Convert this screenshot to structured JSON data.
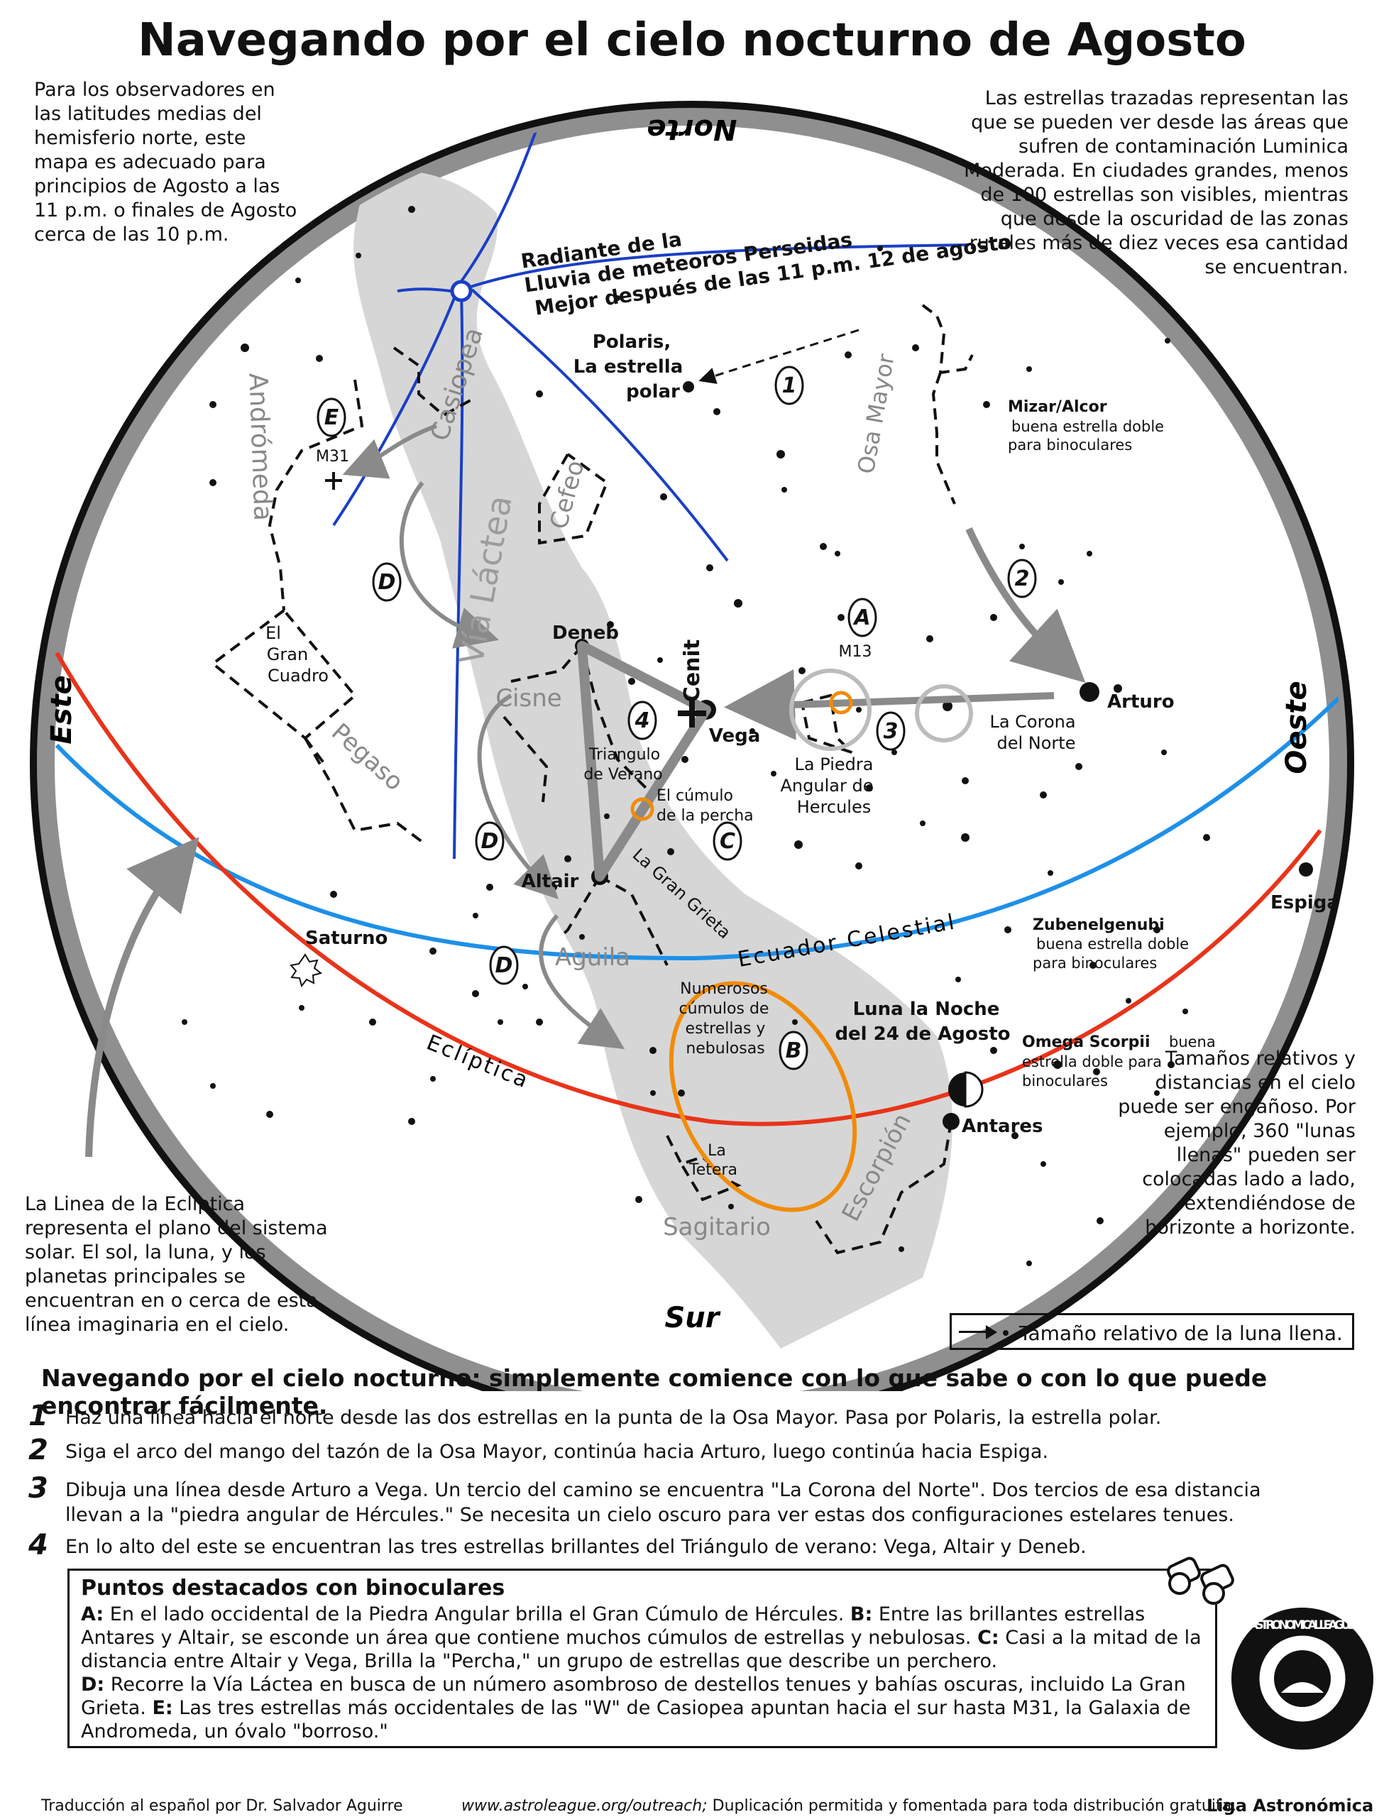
{
  "title": "Navegando por el cielo nocturno de Agosto",
  "intro_left": "Para los observadores en las latitudes medias del hemisferio norte, este mapa es adecuado para principios de Agosto a las 11 p.m. o finales de Agosto cerca de las 10 p.m.",
  "intro_right": "Las estrellas trazadas representan las que se pueden ver desde las áreas que sufren de contaminación Luminica Moderada. En ciudades grandes, menos de 100 estrellas son visibles, mientras que desde la oscuridad de las zonas rurales más de diez veces esa cantidad se encuentran.",
  "directions": {
    "north": "Norte",
    "south": "Sur",
    "east": "Este",
    "west": "Oeste"
  },
  "lines": {
    "celestial_equator": "Ecuador Celestial",
    "ecliptic": "Eclíptica",
    "milky_way": "Vía Láctea"
  },
  "meteor": {
    "line1": "Radiante de la",
    "line2": "Lluvia de meteoros Perseidas",
    "line3": "Mejor después de las 11 p.m. 12 de agosto"
  },
  "labels": {
    "polaris": "Polaris,",
    "polaris2": "La estrella",
    "polaris3": "polar",
    "osa_mayor": "Osa Mayor",
    "mizar": "Mizar/Alcor",
    "mizar2": "buena estrella doble",
    "mizar3": "para binoculares",
    "casiopea": "Casiopea",
    "andromeda": "Andrómeda",
    "cefeo": "Cefeo",
    "m31": "M31",
    "gran_cuadro1": "El",
    "gran_cuadro2": "Gran",
    "gran_cuadro3": "Cuadro",
    "pegaso": "Pegaso",
    "cisne": "Cisne",
    "deneb": "Deneb",
    "vega": "Vega",
    "cenit": "Cenit",
    "triangulo1": "Triangulo",
    "triangulo2": "de Verano",
    "percha1": "El cúmulo",
    "percha2": "de la percha",
    "altair": "Altair",
    "aguila": "Aguila",
    "gran_grieta": "La Gran Grieta",
    "m13": "M13",
    "piedra1": "La Piedra",
    "piedra2": "Angular de",
    "piedra3": "Hercules",
    "corona1": "La Corona",
    "corona2": "del Norte",
    "arturo": "Arturo",
    "espiga": "Espiga",
    "zuben1": "Zubenelgenubi",
    "zuben2": "buena estrella doble",
    "zuben3": "para binoculares",
    "luna1": "Luna la Noche",
    "luna2": "del 24 de Agosto",
    "omega1": "Omega Scorpii",
    "omega1b": "buena",
    "omega2": "estrella doble para",
    "omega3": "binoculares",
    "antares": "Antares",
    "saturno": "Saturno",
    "cumulos1": "Numerosos",
    "cumulos2": "cúmulos de",
    "cumulos3": "estrellas y",
    "cumulos4": "nebulosas",
    "tetera1": "La",
    "tetera2": "Tetera",
    "sagitario": "Sagitario",
    "escorpion": "Escorpión"
  },
  "markers": {
    "m1": "1",
    "m2": "2",
    "m3": "3",
    "m4": "4",
    "A": "A",
    "B": "B",
    "C": "C",
    "D": "D",
    "E": "E"
  },
  "ecliptic_note": "La Linea de la Eclíptica representa el plano del sistema solar. El sol, la luna, y los planetas principales se encuentran en o cerca de esta línea imaginaria en el cielo.",
  "sizes_note": "Tamaños relativos y distancias en el cielo puede ser engañoso. Por ejemplo, 360 \"lunas llenas\" pueden ser colocadas lado a lado, extendiéndose de horizonte a horizonte.",
  "moon_legend": "Tamaño relativo de la luna llena.",
  "nav_heading": "Navegando por el cielo nocturno: simplemente comience con lo que sabe o con lo que puede encontrar fácilmente.",
  "steps": [
    {
      "num": "1",
      "text": "Haz una línea hacia el norte desde las dos estrellas en la punta de la Osa Mayor. Pasa por Polaris, la estrella polar."
    },
    {
      "num": "2",
      "text": "Siga el arco del mango del tazón de la Osa Mayor, continúa hacia Arturo, luego continúa hacia Espiga."
    },
    {
      "num": "3",
      "text": "Dibuja una línea desde Arturo a Vega. Un tercio del camino se encuentra \"La Corona del Norte\". Dos tercios de esa distancia llevan a la \"piedra angular de Hércules.\" Se necesita un cielo oscuro para ver estas dos configuraciones estelares tenues."
    },
    {
      "num": "4",
      "text": "En lo alto del este se encuentran las tres estrellas brillantes del Triángulo de verano: Vega, Altair y Deneb."
    }
  ],
  "binoculars": {
    "heading": "Puntos destacados con binoculares",
    "a_label": "A:",
    "a_text": " En el lado occidental de la Piedra Angular brilla el Gran Cúmulo de Hércules. ",
    "b_label": "B:",
    "b_text": " Entre las brillantes estrellas Antares y Altair, se esconde un área que contiene muchos cúmulos de estrellas y nebulosas. ",
    "c_label": "C:",
    "c_text": " Casi a la mitad de la distancia entre Altair y Vega, Brilla la \"Percha,\" un grupo de estrellas que describe un perchero.",
    "d_label": "D:",
    "d_text": " Recorre la Vía Láctea en busca de un número asombroso de destellos tenues y bahías oscuras, incluido La Gran Grieta. ",
    "e_label": "E:",
    "e_text": " Las tres estrellas más occidentales de las \"W\" de Casiopea apuntan hacia el sur hasta M31, la Galaxia de Andromeda, un óvalo \"borroso.\""
  },
  "footer": {
    "translation": "Traducción al español por Dr. Salvador Aguirre",
    "url": "www.astroleague.org/outreach;",
    "permission": " Duplicación permitida y fomentada para toda distribución gratuita.",
    "league": "Liga Astronómica"
  },
  "logo_text": "ASTRONOMICAL LEAGUE",
  "colors": {
    "equator": "#1e90e8",
    "ecliptic": "#e8341a",
    "meteor": "#1a3fc4",
    "orange": "#f08c0a",
    "milkyway": "#d6d6d6",
    "arrows": "#8a8a8a"
  }
}
